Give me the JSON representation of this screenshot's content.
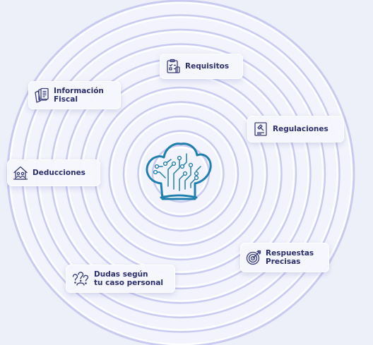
{
  "topics": [
    {
      "id": "requisitos",
      "label": "Requisitos",
      "icon": "clipboard-checklist-icon"
    },
    {
      "id": "informacion-fiscal",
      "label": "Información\nFiscal",
      "icon": "documents-icon"
    },
    {
      "id": "regulaciones",
      "label": "Regulaciones",
      "icon": "gavel-document-icon"
    },
    {
      "id": "deducciones",
      "label": "Deducciones",
      "icon": "house-people-icon"
    },
    {
      "id": "respuestas-precisas",
      "label": "Respuestas\nPrecisas",
      "icon": "target-arrow-icon"
    },
    {
      "id": "dudas",
      "label": "Dudas según\ntu caso personal",
      "icon": "question-marks-icon"
    }
  ],
  "center": {
    "icon": "chef-hat-circuit-icon"
  },
  "colors": {
    "background": "#eef0f9",
    "ring": "#c8caf0",
    "ring_fill": "#f2f3fc",
    "text": "#2b2f6b",
    "icon_stroke": "#3a3f7a",
    "chef_blue": "#1f7fae"
  }
}
